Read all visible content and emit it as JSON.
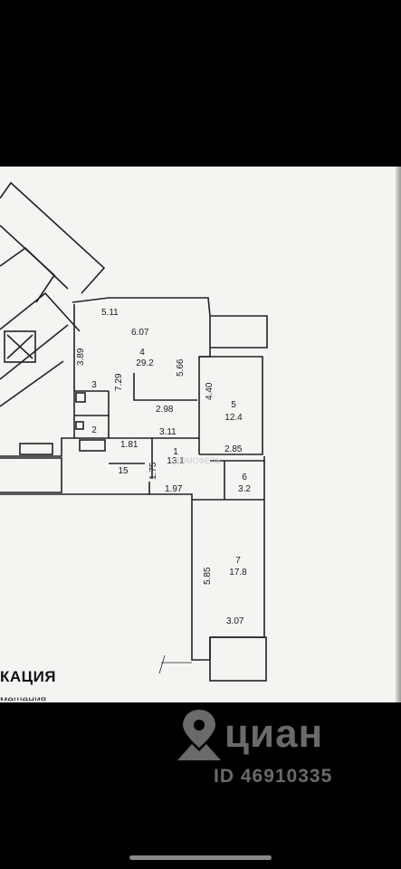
{
  "plan": {
    "heading": "КАЦИЯ",
    "subheading": "мещения",
    "watermark_mid": "ДОМОФЕЛЬ",
    "dimensions": [
      "5.11",
      "6.07",
      "3.89",
      "5.66",
      "7.29",
      "2.98",
      "3.11",
      "4.40",
      "2.85",
      "1.81",
      "1.75",
      "1.97",
      "5.85",
      "3.07"
    ],
    "rooms": [
      {
        "number": "4",
        "area": "29.2"
      },
      {
        "number": "5",
        "area": "12.4"
      },
      {
        "number": "1",
        "area": "13.1"
      },
      {
        "number": "6",
        "area": "3.2"
      },
      {
        "number": "7",
        "area": "17.8"
      },
      {
        "number": "3",
        "area": ""
      },
      {
        "number": "2",
        "area": ""
      },
      {
        "number": "15",
        "area": ""
      }
    ]
  },
  "watermark": {
    "brand": "циан",
    "listing_id": "ID 46910335"
  }
}
